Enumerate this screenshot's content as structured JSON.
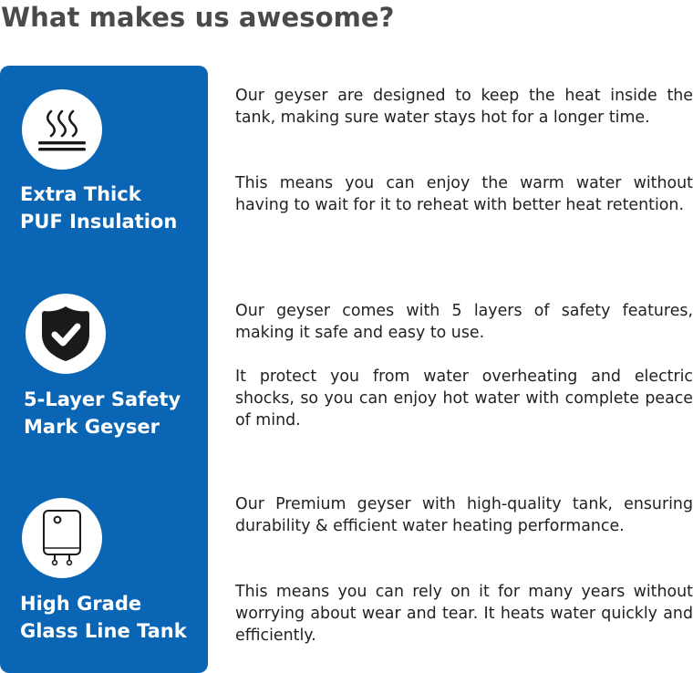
{
  "heading": "What makes us awesome?",
  "colors": {
    "panel": "#0a66b5",
    "heading": "#4a4a4a",
    "text": "#222222",
    "icon_bg": "#ffffff"
  },
  "features": [
    {
      "icon": "heat-insulation-icon",
      "title": "Extra Thick\nPUF Insulation",
      "paragraph_1": "Our geyser are designed to keep the heat inside the tank, making sure water stays hot for a longer time.",
      "paragraph_2": "This means you can enjoy the warm water without having to wait for it to reheat with better heat retention."
    },
    {
      "icon": "shield-check-icon",
      "title": "5-Layer Safety\nMark Geyser",
      "paragraph_1": "Our geyser comes with 5 layers of safety features, making it safe and easy to use.",
      "paragraph_2": "It protect you from water overheating and electric shocks, so you can enjoy hot water with complete peace of mind."
    },
    {
      "icon": "water-tank-icon",
      "title": "High Grade\nGlass Line Tank",
      "paragraph_1": "Our Premium geyser with high-quality tank, ensuring durability & efficient water heating performance.",
      "paragraph_2": "This means you can rely on it for many years without worrying about wear and tear. It heats water quickly and efficiently."
    }
  ]
}
